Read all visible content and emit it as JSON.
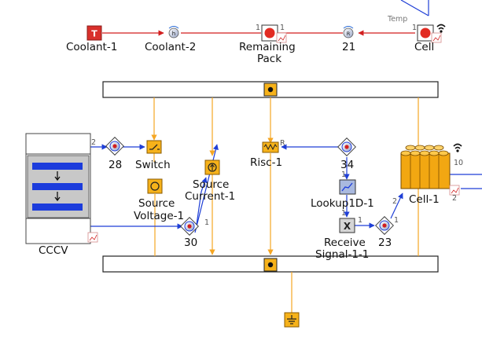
{
  "labels": {
    "coolant1": "Coolant-1",
    "coolant2": "Coolant-2",
    "remaining": "Remaining",
    "pack": "Pack",
    "r21": "21",
    "cell": "Cell",
    "temp": "Temp",
    "cccv": "CCCV",
    "n28": "28",
    "switch": "Switch",
    "sourceVoltage": "Source",
    "sourceVoltage2": "Voltage-1",
    "sourceCurrent": "Source",
    "sourceCurrent2": "Current-1",
    "risc": "Risc-1",
    "n34": "34",
    "lookup": "Lookup1D-1",
    "receive": "Receive",
    "receive2": "Signal-1-1",
    "n23": "23",
    "n30": "30",
    "cell1": "Cell-1"
  },
  "ports": {
    "p1a": "1",
    "p1b": "1",
    "p1c": "1",
    "p2": "2",
    "p1d": "1",
    "p1e": "1",
    "pR": "R",
    "p1f": "1",
    "p1g": "1",
    "p1h": "1",
    "p10": "10",
    "p2b": "2",
    "p2c": "2"
  },
  "block_icons": {
    "coolant1": "temperature-source-icon",
    "coolant2": "enthalpy-icon",
    "remaining": "thermal-node-icon",
    "r21": "thermal-resistance-icon",
    "cell": "battery-cell-icon",
    "cccv": "cccv-controller-icon",
    "switch": "switch-icon",
    "sourceVoltage": "voltage-source-icon",
    "sourceCurrent": "current-source-icon",
    "risc": "resistor-icon",
    "lookup": "lookup-table-icon",
    "receive": "receive-signal-icon",
    "gauges": "sensor-gauge-icon",
    "cell1": "battery-pack-icon",
    "ground": "ground-icon"
  },
  "colors": {
    "electric_wire": "#f5a623",
    "signal_wire": "#1f3fd6",
    "thermal_wire": "#d21f1f",
    "block_orange": "#f6b21a",
    "cccv_blue": "#1c3cdc"
  }
}
